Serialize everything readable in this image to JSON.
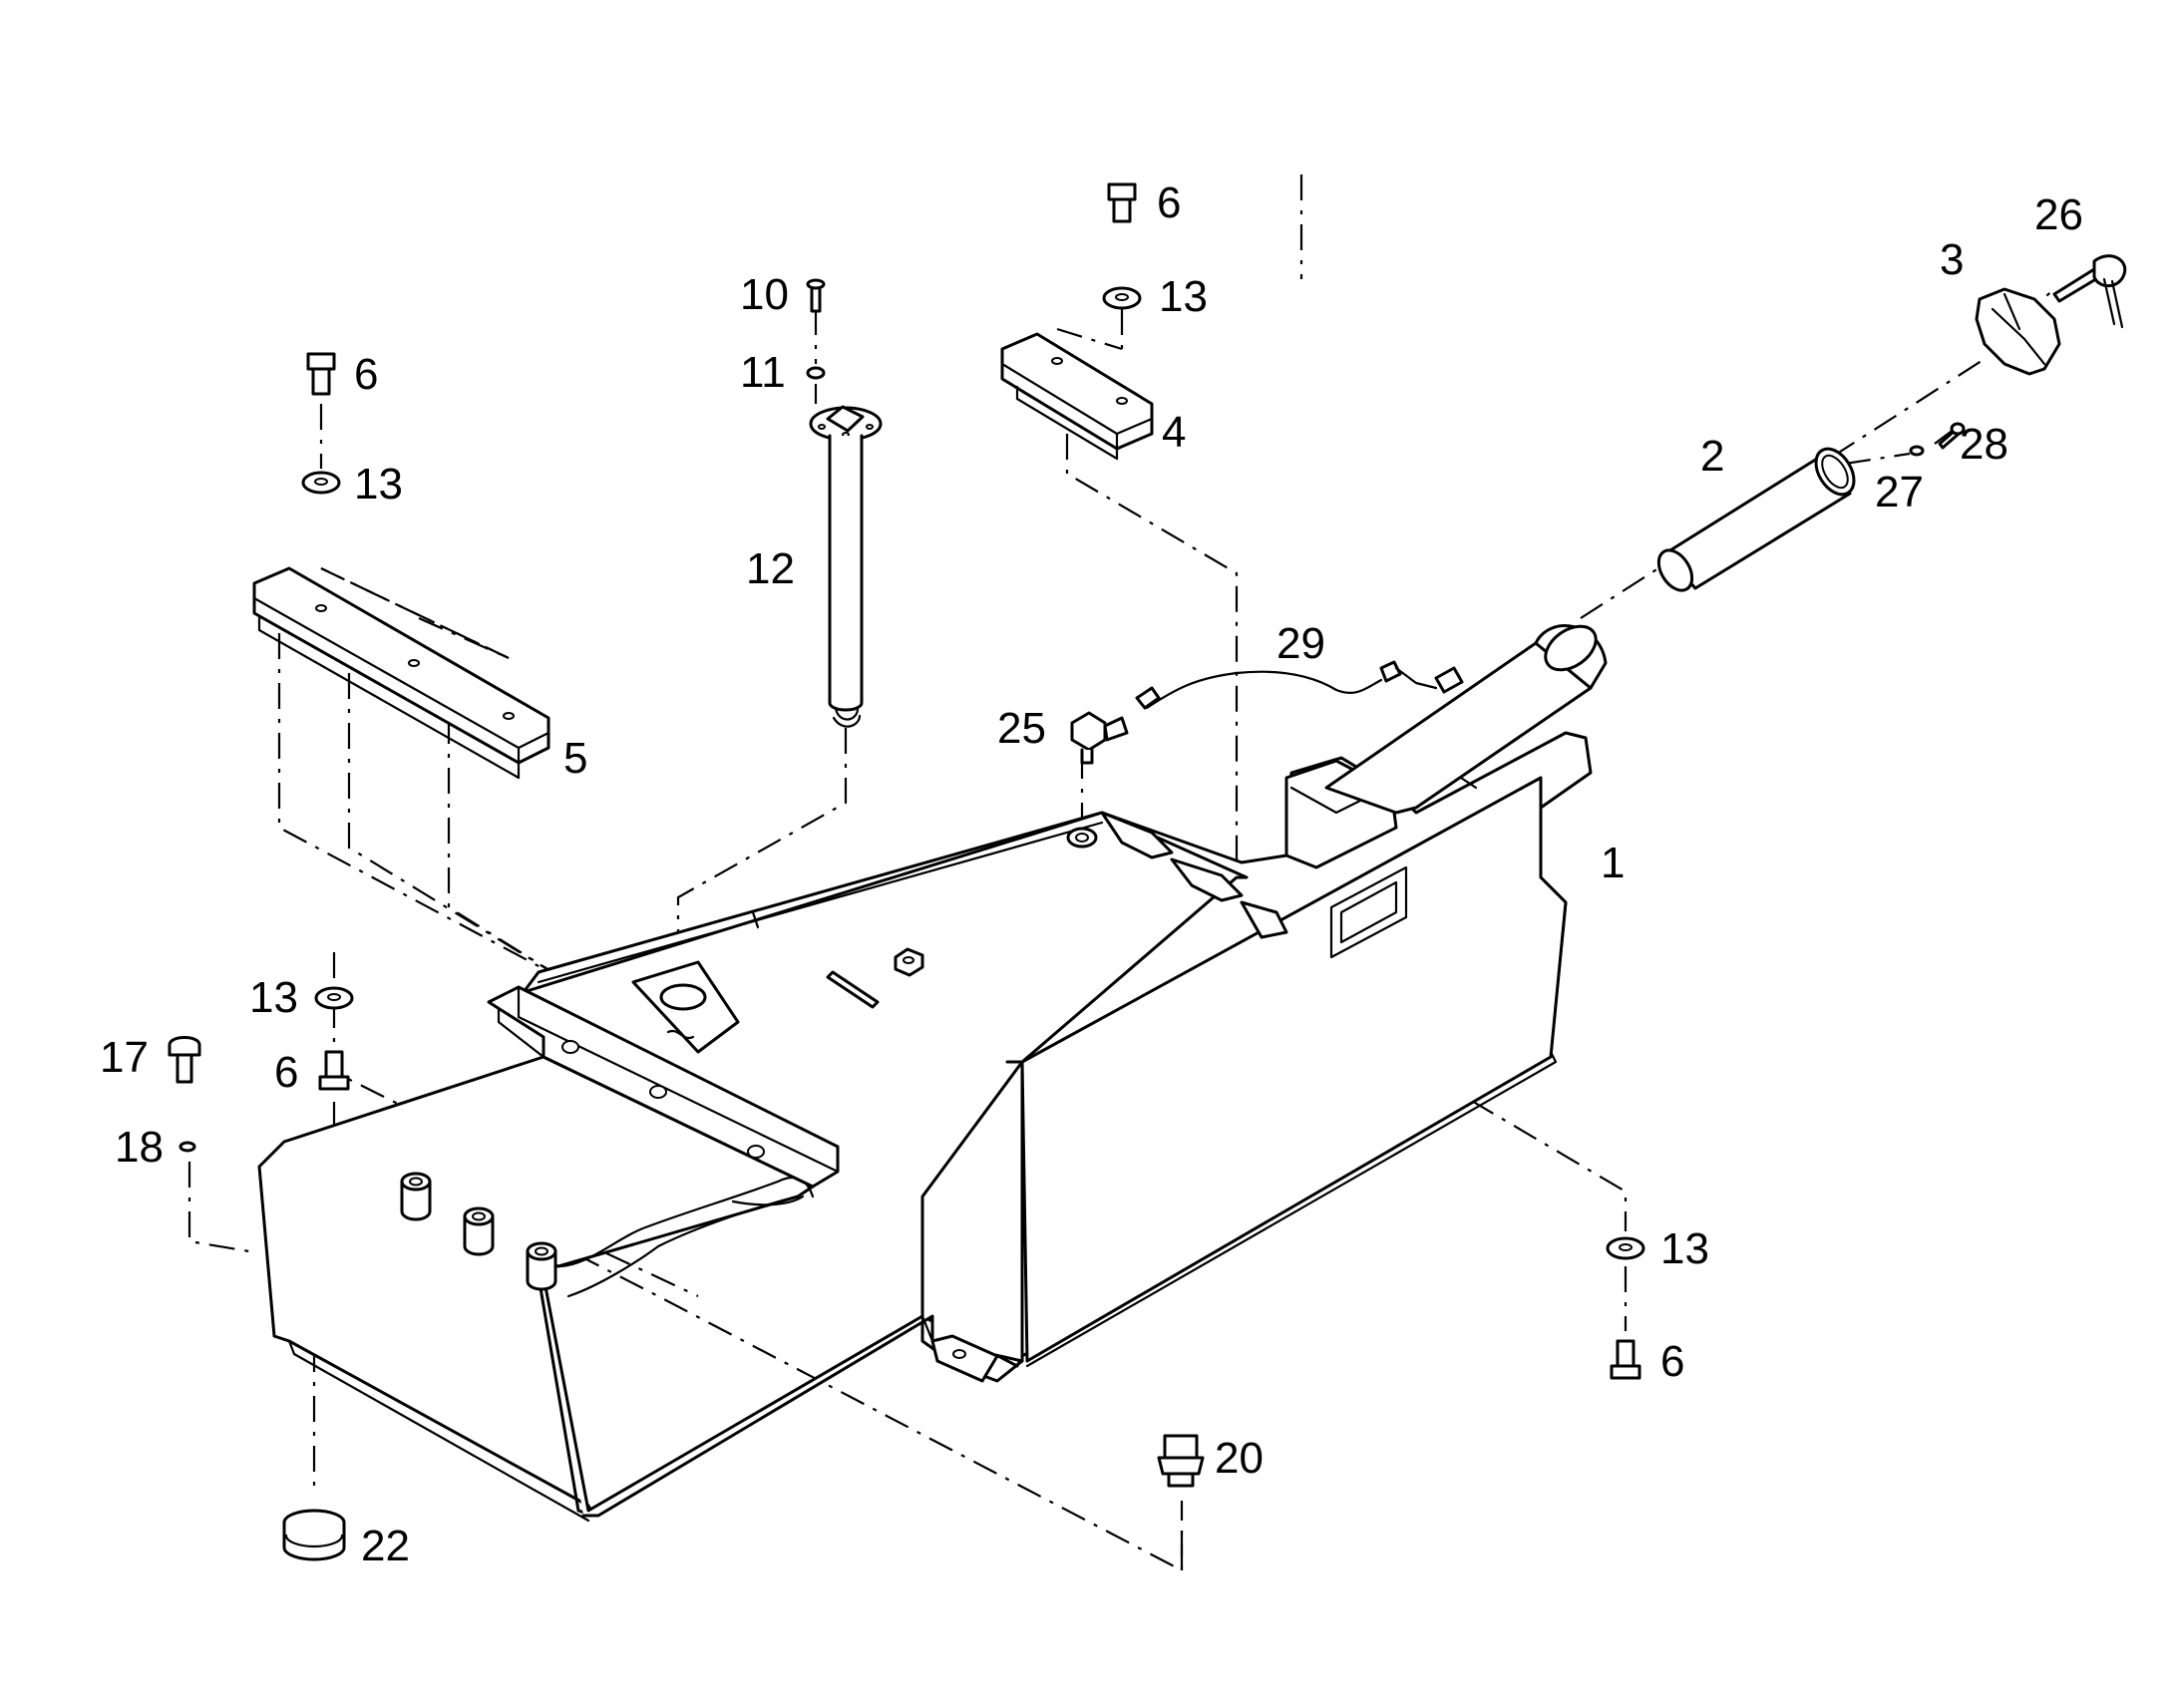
{
  "callouts": {
    "c1": "1",
    "c2": "2",
    "c3": "3",
    "c4": "4",
    "c5": "5",
    "c6_top": "6",
    "c6_left": "6",
    "c6_mid": "6",
    "c6_right": "6",
    "c10": "10",
    "c11": "11",
    "c12": "12",
    "c13_top": "13",
    "c13_left": "13",
    "c13_mid": "13",
    "c13_right": "13",
    "c17": "17",
    "c18": "18",
    "c20": "20",
    "c22": "22",
    "c25": "25",
    "c26": "26",
    "c27": "27",
    "c28": "28",
    "c29": "29"
  },
  "colors": {
    "line": "#000000",
    "background": "#ffffff"
  }
}
